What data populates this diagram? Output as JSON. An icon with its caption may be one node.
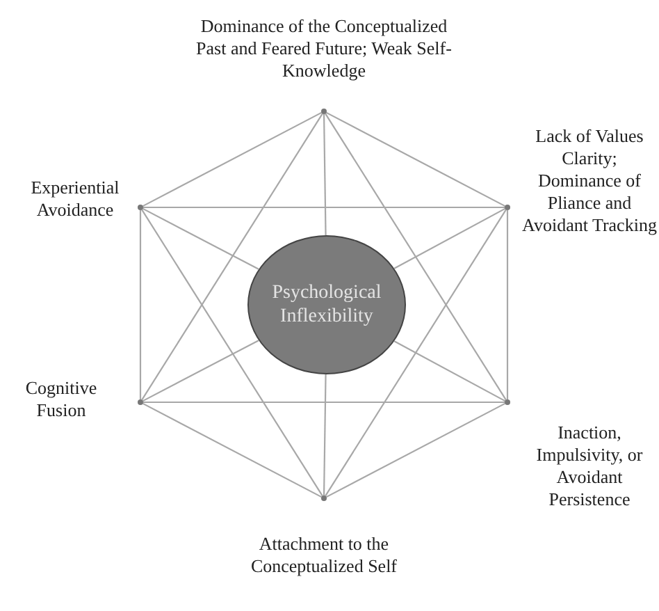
{
  "diagram": {
    "nodes": [
      {
        "text": [],
        "shape": "circle",
        "beside": [
          "Dominance of the Conceptualized Past and Feared Future; Weak Self-Knowledge"
        ]
      },
      {
        "text": [],
        "shape": "circle",
        "beside": [
          "Experiential Avoidance"
        ]
      },
      {
        "text": [],
        "shape": "circle",
        "beside": [
          "Lack of Values Clarity; Dominance of Pliance and Avoidant Tracking"
        ]
      },
      {
        "text": [],
        "shape": "circle",
        "beside": [
          "Cognitive Fusion"
        ]
      },
      {
        "text": [],
        "shape": "circle",
        "beside": [
          "Inaction, Impulsivity, or Avoidant Persistence"
        ]
      },
      {
        "text": [],
        "shape": "circle",
        "beside": [
          "Attachment to the Conceptualized Self"
        ]
      },
      {
        "text": [
          "Psychological Inflexibility"
        ]
      }
    ],
    "edges": [
      {
        "from": 0,
        "to": 2,
        "arrow": "none"
      },
      {
        "from": 2,
        "to": 4,
        "arrow": "none"
      },
      {
        "from": 4,
        "to": 5,
        "arrow": "none"
      },
      {
        "from": 5,
        "to": 3,
        "arrow": "none"
      },
      {
        "from": 3,
        "to": 1,
        "arrow": "none"
      },
      {
        "from": 1,
        "to": 0,
        "arrow": "none"
      },
      {
        "from": 0,
        "to": 4,
        "arrow": "none"
      },
      {
        "from": 4,
        "to": 3,
        "arrow": "none"
      },
      {
        "from": 3,
        "to": 0,
        "arrow": "none"
      },
      {
        "from": 1,
        "to": 2,
        "arrow": "none"
      },
      {
        "from": 2,
        "to": 5,
        "arrow": "none"
      },
      {
        "from": 5,
        "to": 1,
        "arrow": "none"
      },
      {
        "from": 0,
        "to": 6,
        "arrow": "none"
      },
      {
        "from": 1,
        "to": 6,
        "arrow": "none"
      },
      {
        "from": 2,
        "to": 6,
        "arrow": "none"
      },
      {
        "from": 3,
        "to": 6,
        "arrow": "none"
      },
      {
        "from": 4,
        "to": 6,
        "arrow": "none"
      },
      {
        "from": 5,
        "to": 6,
        "arrow": "none"
      }
    ]
  }
}
